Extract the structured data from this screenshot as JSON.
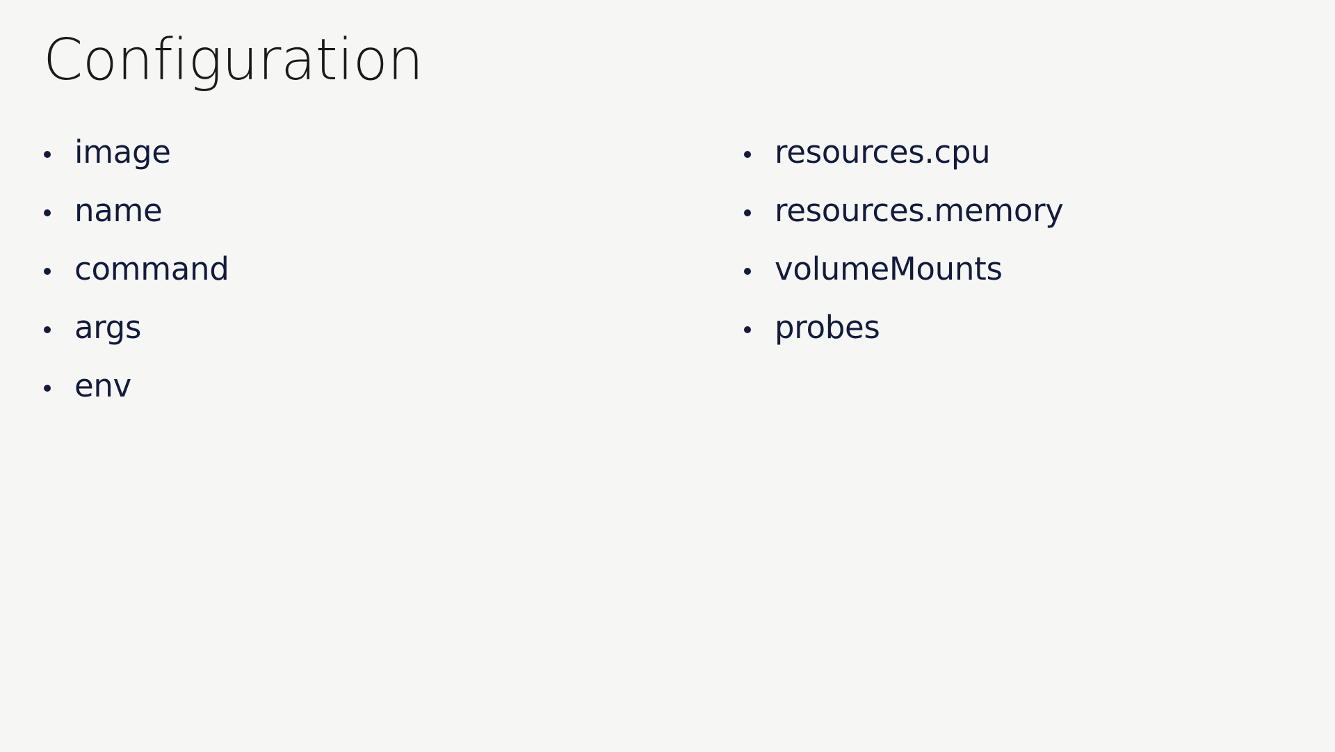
{
  "slide": {
    "title": "Configuration",
    "background_color": "#f6f6f5",
    "title_color": "#1a1a1a",
    "bullet_text_color": "#131b3c"
  },
  "columns": {
    "left": {
      "items": [
        {
          "label": "image"
        },
        {
          "label": "name"
        },
        {
          "label": "command"
        },
        {
          "label": "args"
        },
        {
          "label": "env"
        }
      ]
    },
    "right": {
      "items": [
        {
          "label": "resources.cpu"
        },
        {
          "label": "resources.memory"
        },
        {
          "label": "volumeMounts"
        },
        {
          "label": "probes"
        }
      ]
    }
  }
}
